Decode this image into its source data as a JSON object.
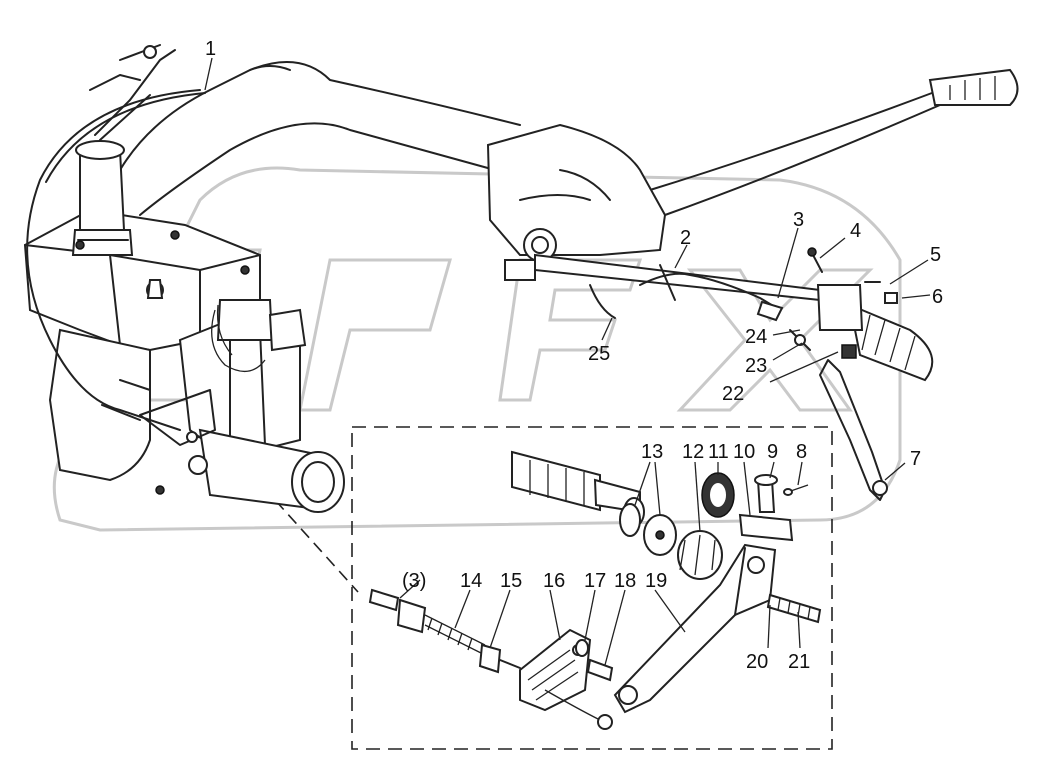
{
  "callouts": [
    {
      "id": "1",
      "text": "1"
    },
    {
      "id": "2",
      "text": "2"
    },
    {
      "id": "3",
      "text": "3"
    },
    {
      "id": "4",
      "text": "4"
    },
    {
      "id": "5",
      "text": "5"
    },
    {
      "id": "6",
      "text": "6"
    },
    {
      "id": "7",
      "text": "7"
    },
    {
      "id": "8",
      "text": "8"
    },
    {
      "id": "9",
      "text": "9"
    },
    {
      "id": "10",
      "text": "10"
    },
    {
      "id": "11",
      "text": "11"
    },
    {
      "id": "12",
      "text": "12"
    },
    {
      "id": "13",
      "text": "13"
    },
    {
      "id": "14",
      "text": "14"
    },
    {
      "id": "15",
      "text": "15"
    },
    {
      "id": "16",
      "text": "16"
    },
    {
      "id": "17",
      "text": "17"
    },
    {
      "id": "18",
      "text": "18"
    },
    {
      "id": "19",
      "text": "19"
    },
    {
      "id": "20",
      "text": "20"
    },
    {
      "id": "21",
      "text": "21"
    },
    {
      "id": "22",
      "text": "22"
    },
    {
      "id": "23",
      "text": "23"
    },
    {
      "id": "24",
      "text": "24"
    },
    {
      "id": "25",
      "text": "25"
    },
    {
      "id": "3b",
      "text": "(3)"
    }
  ],
  "watermark": {
    "text": "OPEX"
  }
}
